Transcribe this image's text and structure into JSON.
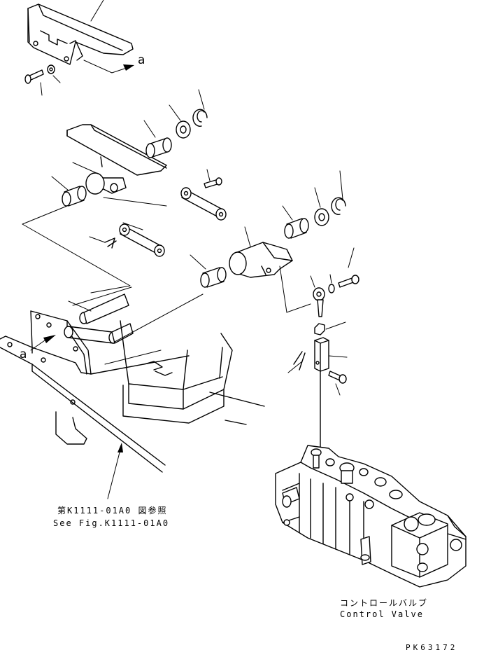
{
  "callouts": {
    "view_a_top": "a",
    "view_a_left": "a"
  },
  "reference": {
    "japanese": "第K1111-01A0 図参照",
    "english": "See Fig.K1111-01A0"
  },
  "control_valve": {
    "japanese": "コントロールバルブ",
    "english": "Control Valve"
  },
  "drawing_number": "PK63172"
}
